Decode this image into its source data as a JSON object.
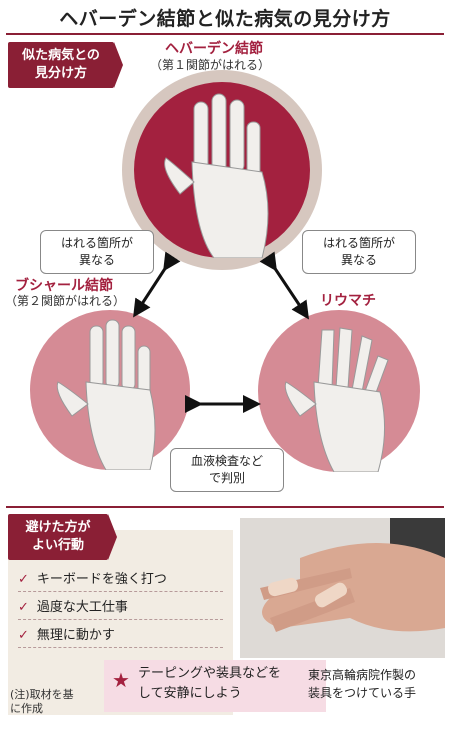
{
  "title": "ヘバーデン結節と似た病気の見分け方",
  "section1_tag": [
    "似た病気との",
    "見分け方"
  ],
  "heberden": {
    "name": "ヘバーデン結節",
    "sub": "（第１関節がはれる）"
  },
  "bouchard": {
    "name": "ブシャール結節",
    "sub": "（第２関節がはれる）"
  },
  "ra": {
    "name": "リウマチ"
  },
  "note_left": [
    "はれる箇所が",
    "異なる"
  ],
  "note_right": [
    "はれる箇所が",
    "異なる"
  ],
  "note_bottom": [
    "血液検査など",
    "で判別"
  ],
  "section2_tag": [
    "避けた方が",
    "よい行動"
  ],
  "avoid_items": [
    "キーボードを強く打つ",
    "過度な大工仕事",
    "無理に動かす"
  ],
  "recommend": [
    "テーピングや装具などを",
    "して安静にしよう"
  ],
  "photo_caption": [
    "東京高輪病院作製の",
    "装具をつけている手"
  ],
  "footnote": [
    "(注)取材を基",
    "に作成"
  ],
  "colors": {
    "accent": "#8a1f35",
    "pink": "#d58b95",
    "red_disk": "#a3213f"
  }
}
